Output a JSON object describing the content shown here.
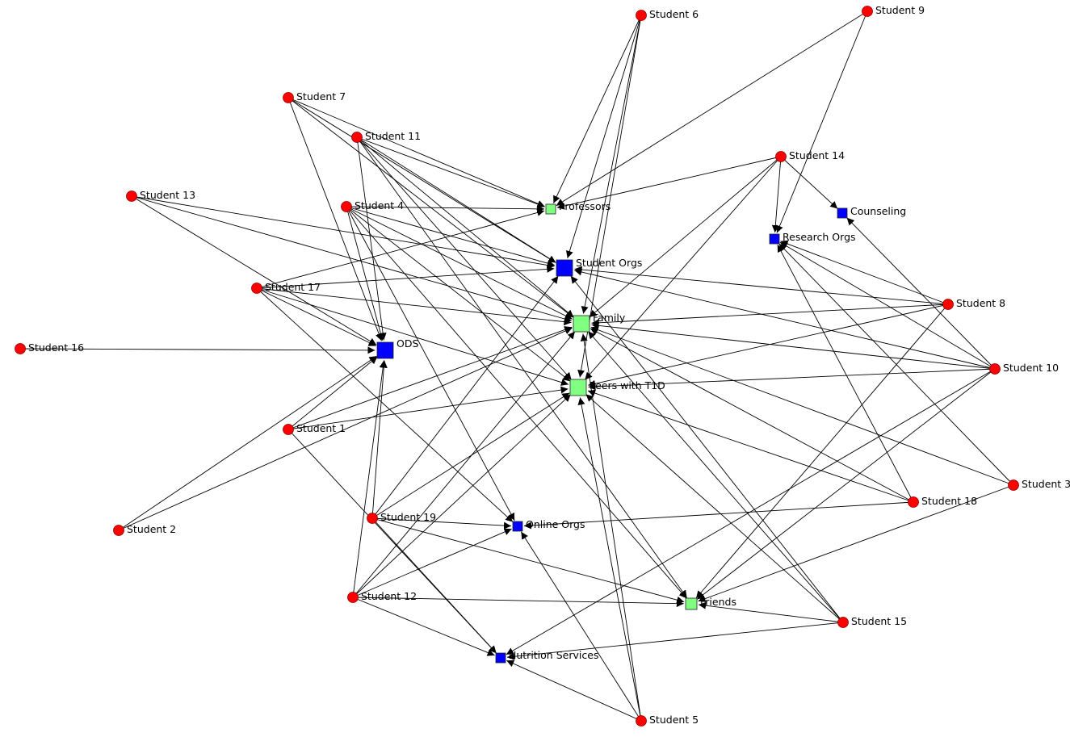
{
  "colors": {
    "student": "#ff0000",
    "resource_blue": "#0000ff",
    "resource_green": "#80ff80",
    "edge": "#000000",
    "background": "#ffffff"
  },
  "students": [
    {
      "id": "s1",
      "label": "Student 1"
    },
    {
      "id": "s2",
      "label": "Student 2"
    },
    {
      "id": "s3",
      "label": "Student 3"
    },
    {
      "id": "s4",
      "label": "Student 4"
    },
    {
      "id": "s5",
      "label": "Student 5"
    },
    {
      "id": "s6",
      "label": "Student 6"
    },
    {
      "id": "s7",
      "label": "Student 7"
    },
    {
      "id": "s8",
      "label": "Student 8"
    },
    {
      "id": "s9",
      "label": "Student 9"
    },
    {
      "id": "s10",
      "label": "Student 10"
    },
    {
      "id": "s11",
      "label": "Student 11"
    },
    {
      "id": "s12",
      "label": "Student 12"
    },
    {
      "id": "s13",
      "label": "Student 13"
    },
    {
      "id": "s14",
      "label": "Student 14"
    },
    {
      "id": "s15",
      "label": "Student 15"
    },
    {
      "id": "s16",
      "label": "Student 16"
    },
    {
      "id": "s17",
      "label": "Student 17"
    },
    {
      "id": "s18",
      "label": "Student 18"
    },
    {
      "id": "s19",
      "label": "Student 19"
    }
  ],
  "resources": [
    {
      "id": "professors",
      "label": "Professors",
      "color": "green"
    },
    {
      "id": "studentorgs",
      "label": "Student Orgs",
      "color": "blue"
    },
    {
      "id": "family",
      "label": "Family",
      "color": "green"
    },
    {
      "id": "peers",
      "label": "Peers with T1D",
      "color": "green"
    },
    {
      "id": "ods",
      "label": "ODS",
      "color": "blue"
    },
    {
      "id": "online",
      "label": "Online Orgs",
      "color": "blue"
    },
    {
      "id": "friends",
      "label": "Friends",
      "color": "green"
    },
    {
      "id": "nutrition",
      "label": "Nutrition Services",
      "color": "blue"
    },
    {
      "id": "counseling",
      "label": "Counseling",
      "color": "blue"
    },
    {
      "id": "research",
      "label": "Research Orgs",
      "color": "blue"
    }
  ],
  "edges": [
    [
      "s6",
      "professors"
    ],
    [
      "s6",
      "studentorgs"
    ],
    [
      "s6",
      "family"
    ],
    [
      "s6",
      "peers"
    ],
    [
      "s9",
      "professors"
    ],
    [
      "s9",
      "research"
    ],
    [
      "s7",
      "professors"
    ],
    [
      "s7",
      "studentorgs"
    ],
    [
      "s7",
      "ods"
    ],
    [
      "s7",
      "family"
    ],
    [
      "s11",
      "professors"
    ],
    [
      "s11",
      "studentorgs"
    ],
    [
      "s11",
      "ods"
    ],
    [
      "s11",
      "family"
    ],
    [
      "s11",
      "peers"
    ],
    [
      "s11",
      "friends"
    ],
    [
      "s13",
      "studentorgs"
    ],
    [
      "s13",
      "family"
    ],
    [
      "s13",
      "ods"
    ],
    [
      "s4",
      "professors"
    ],
    [
      "s4",
      "studentorgs"
    ],
    [
      "s4",
      "ods"
    ],
    [
      "s4",
      "family"
    ],
    [
      "s4",
      "peers"
    ],
    [
      "s4",
      "friends"
    ],
    [
      "s4",
      "online"
    ],
    [
      "s17",
      "professors"
    ],
    [
      "s17",
      "studentorgs"
    ],
    [
      "s17",
      "ods"
    ],
    [
      "s17",
      "family"
    ],
    [
      "s17",
      "peers"
    ],
    [
      "s17",
      "online"
    ],
    [
      "s16",
      "ods"
    ],
    [
      "s1",
      "ods"
    ],
    [
      "s1",
      "family"
    ],
    [
      "s1",
      "peers"
    ],
    [
      "s1",
      "nutrition"
    ],
    [
      "s2",
      "ods"
    ],
    [
      "s2",
      "family"
    ],
    [
      "s19",
      "ods"
    ],
    [
      "s19",
      "studentorgs"
    ],
    [
      "s19",
      "peers"
    ],
    [
      "s19",
      "online"
    ],
    [
      "s19",
      "friends"
    ],
    [
      "s19",
      "nutrition"
    ],
    [
      "s12",
      "ods"
    ],
    [
      "s12",
      "family"
    ],
    [
      "s12",
      "peers"
    ],
    [
      "s12",
      "online"
    ],
    [
      "s12",
      "friends"
    ],
    [
      "s12",
      "nutrition"
    ],
    [
      "s14",
      "professors"
    ],
    [
      "s14",
      "counseling"
    ],
    [
      "s14",
      "research"
    ],
    [
      "s14",
      "family"
    ],
    [
      "s14",
      "peers"
    ],
    [
      "s8",
      "research"
    ],
    [
      "s8",
      "studentorgs"
    ],
    [
      "s8",
      "family"
    ],
    [
      "s8",
      "peers"
    ],
    [
      "s8",
      "friends"
    ],
    [
      "s10",
      "research"
    ],
    [
      "s10",
      "counseling"
    ],
    [
      "s10",
      "studentorgs"
    ],
    [
      "s10",
      "family"
    ],
    [
      "s10",
      "peers"
    ],
    [
      "s10",
      "friends"
    ],
    [
      "s10",
      "nutrition"
    ],
    [
      "s3",
      "family"
    ],
    [
      "s3",
      "research"
    ],
    [
      "s3",
      "friends"
    ],
    [
      "s18",
      "peers"
    ],
    [
      "s18",
      "family"
    ],
    [
      "s18",
      "online"
    ],
    [
      "s18",
      "research"
    ],
    [
      "s15",
      "peers"
    ],
    [
      "s15",
      "family"
    ],
    [
      "s15",
      "friends"
    ],
    [
      "s15",
      "nutrition"
    ],
    [
      "s15",
      "studentorgs"
    ],
    [
      "s5",
      "family"
    ],
    [
      "s5",
      "peers"
    ],
    [
      "s5",
      "online"
    ],
    [
      "s5",
      "nutrition"
    ]
  ]
}
